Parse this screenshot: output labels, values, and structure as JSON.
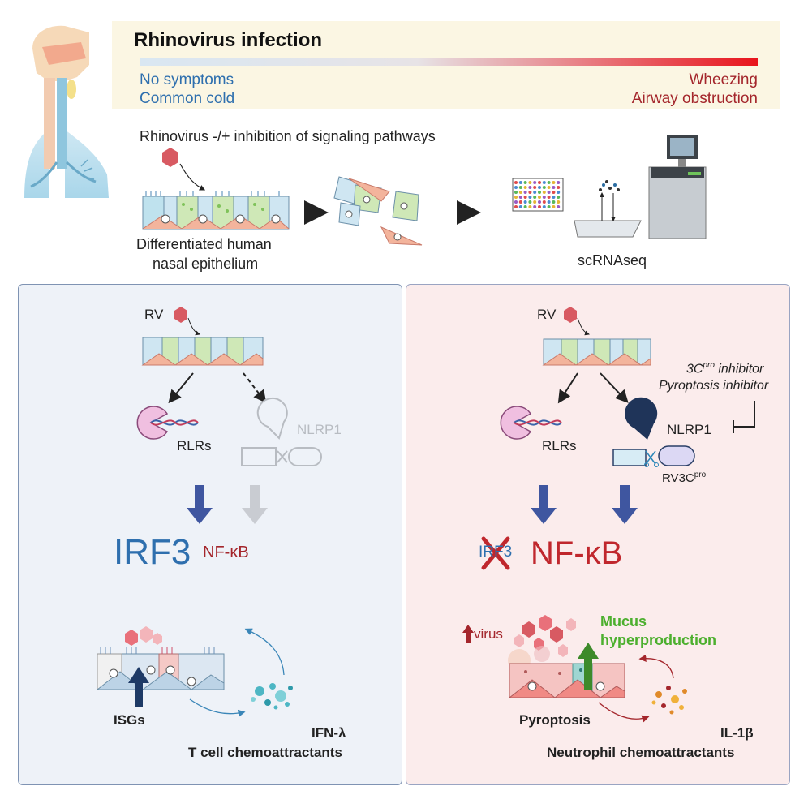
{
  "header": {
    "title": "Rhinovirus infection",
    "left_line1": "No symptoms",
    "left_line2": "Common cold",
    "right_line1": "Wheezing",
    "right_line2": "Airway obstruction",
    "gradient_start": "#d7e6f2",
    "gradient_end": "#e8141c"
  },
  "workflow": {
    "caption": "Rhinovirus -/+ inhibition of signaling pathways",
    "epithelium_line1": "Differentiated human",
    "epithelium_line2": "nasal epithelium",
    "assay": "scRNAseq"
  },
  "left_panel": {
    "virus": "RV",
    "rlrs": "RLRs",
    "nlrp1": "NLRP1",
    "irf3": "IRF3",
    "nfkb": "NF-κB",
    "isgs": "ISGs",
    "ifn": "IFN-λ",
    "chemo": "T cell chemoattractants"
  },
  "right_panel": {
    "virus": "RV",
    "inhibitor_line1": "3C",
    "inhibitor_sup": "pro",
    "inhibitor_line1_tail": " inhibitor",
    "inhibitor_line2": "Pyroptosis inhibitor",
    "rlrs": "RLRs",
    "nlrp1": "NLRP1",
    "rv3c": "RV3C",
    "rv3c_sup": "pro",
    "irf3": "IRF3",
    "nfkb": "NF-κB",
    "virus_up": "virus",
    "mucus_line1": "Mucus",
    "mucus_line2": "hyperproduction",
    "pyroptosis": "Pyroptosis",
    "il1b": "IL-1β",
    "chemo": "Neutrophil chemoattractants"
  },
  "colors": {
    "blue_text": "#2e6fae",
    "dark_red": "#a4262c",
    "green": "#4caf2e",
    "arrow_blue": "#3f56a0"
  }
}
